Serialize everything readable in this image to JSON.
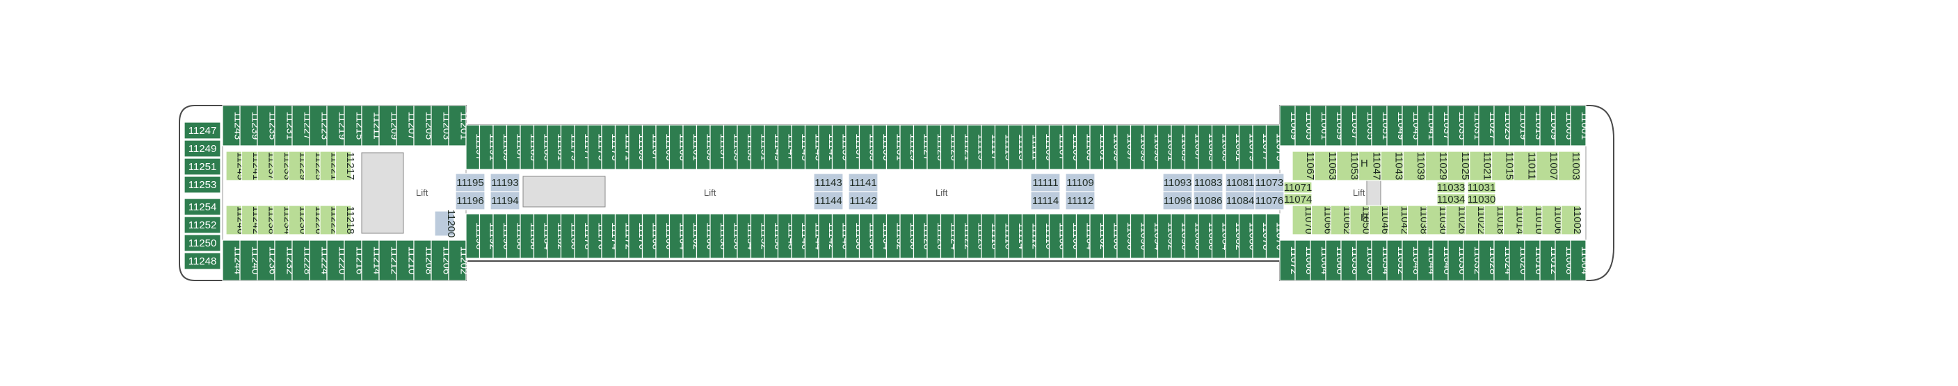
{
  "colors": {
    "balcony": "#2e7d4f",
    "oceanview": "#b9dc96",
    "interior": "#bccbdc",
    "outline": "#4a4a4a"
  },
  "aft_block": {
    "top": [
      "11243",
      "11239",
      "11235",
      "11231",
      "11227",
      "11223",
      "11219",
      "11215",
      "11211",
      "11209",
      "11207",
      "11205",
      "11203",
      "11201"
    ],
    "bottom": [
      "11244",
      "11240",
      "11236",
      "11232",
      "11228",
      "11224",
      "11220",
      "11216",
      "11214",
      "11212",
      "11210",
      "11208",
      "11206",
      "11202"
    ],
    "stern": [
      "11247",
      "11249",
      "11251",
      "11253",
      "11254",
      "11252",
      "11250",
      "11248"
    ],
    "inner_top": [
      "11245",
      "11241",
      "11237",
      "11233",
      "11229",
      "11225",
      "11221",
      "11217"
    ],
    "inner_bottom": [
      "11246",
      "11242",
      "11238",
      "11234",
      "11230",
      "11226",
      "11222",
      "11218"
    ],
    "interior": [
      "11200"
    ],
    "lift_label": "Lift"
  },
  "mid_block": {
    "top": [
      "11197",
      "11191",
      "11189",
      "11187",
      "11185",
      "11183",
      "11181",
      "11179",
      "11177",
      "11175",
      "11173",
      "11171",
      "11169",
      "11167",
      "11165",
      "11163",
      "11161",
      "11159",
      "11157",
      "11155",
      "11153",
      "11151",
      "11149",
      "11147",
      "11145",
      "11143",
      "11141",
      "11139",
      "11137",
      "11135",
      "11133",
      "11131",
      "11129",
      "11127",
      "11125",
      "11123",
      "11121",
      "11119",
      "11117",
      "11115",
      "11113",
      "11111",
      "11109",
      "11107",
      "11105",
      "11103",
      "11101",
      "11099",
      "11097",
      "11095",
      "11093",
      "11091",
      "11089",
      "11087",
      "11085",
      "11083",
      "11081",
      "11079",
      "11077",
      "11075"
    ],
    "bottom": [
      "11198",
      "11192",
      "11190",
      "11188",
      "11186",
      "11184",
      "11182",
      "11180",
      "11178",
      "11176",
      "11174",
      "11172",
      "11170",
      "11168",
      "11166",
      "11164",
      "11162",
      "11160",
      "11158",
      "11156",
      "11154",
      "11152",
      "11150",
      "11148",
      "11146",
      "11144",
      "11142",
      "11140",
      "11138",
      "11136",
      "11134",
      "11132",
      "11130",
      "11128",
      "11126",
      "11124",
      "11122",
      "11120",
      "11118",
      "11116",
      "11114",
      "11112",
      "11110",
      "11108",
      "11106",
      "11104",
      "11102",
      "11100",
      "11098",
      "11096",
      "11094",
      "11092",
      "11090",
      "11088",
      "11086",
      "11084",
      "11082",
      "11080",
      "11078",
      "11076"
    ],
    "interior_pairs": [
      [
        "11195",
        "11196"
      ],
      [
        "11193",
        "11194"
      ],
      [
        "11143",
        "11144"
      ],
      [
        "11141",
        "11142"
      ],
      [
        "11111",
        "11114"
      ],
      [
        "11109",
        "11112"
      ],
      [
        "11093",
        "11096"
      ],
      [
        "11083",
        "11086"
      ],
      [
        "11081",
        "11084"
      ],
      [
        "11073",
        "11076"
      ]
    ],
    "lift_label": "Lift"
  },
  "fore_block": {
    "top": [
      "11069",
      "11065",
      "11061",
      "11059",
      "11057",
      "11055",
      "11051",
      "11049",
      "11045",
      "11041",
      "11037",
      "11035",
      "11031",
      "11027",
      "11023",
      "11019",
      "11013",
      "11009",
      "11005",
      "11001"
    ],
    "bottom": [
      "11072",
      "11068",
      "11064",
      "11060",
      "11058",
      "11056",
      "11054",
      "11052",
      "11048",
      "11044",
      "11040",
      "11036",
      "11032",
      "11028",
      "11024",
      "11020",
      "11016",
      "11012",
      "11008",
      "11004"
    ],
    "inner_top": [
      "11067",
      "11063",
      "11053",
      "11047",
      "11043",
      "11039",
      "11029",
      "11025",
      "11021",
      "11015",
      "11011",
      "11007",
      "11003"
    ],
    "inner_bottom": [
      "11070",
      "11066",
      "11062",
      "11050",
      "11046",
      "11042",
      "11038",
      "11030",
      "11026",
      "11022",
      "11018",
      "11014",
      "11010",
      "11006",
      "11002"
    ],
    "inner_side": [
      "11071",
      "11074",
      "11033",
      "11034",
      "11031",
      "11030"
    ],
    "lift_label": "Lift",
    "h_label": "H"
  }
}
